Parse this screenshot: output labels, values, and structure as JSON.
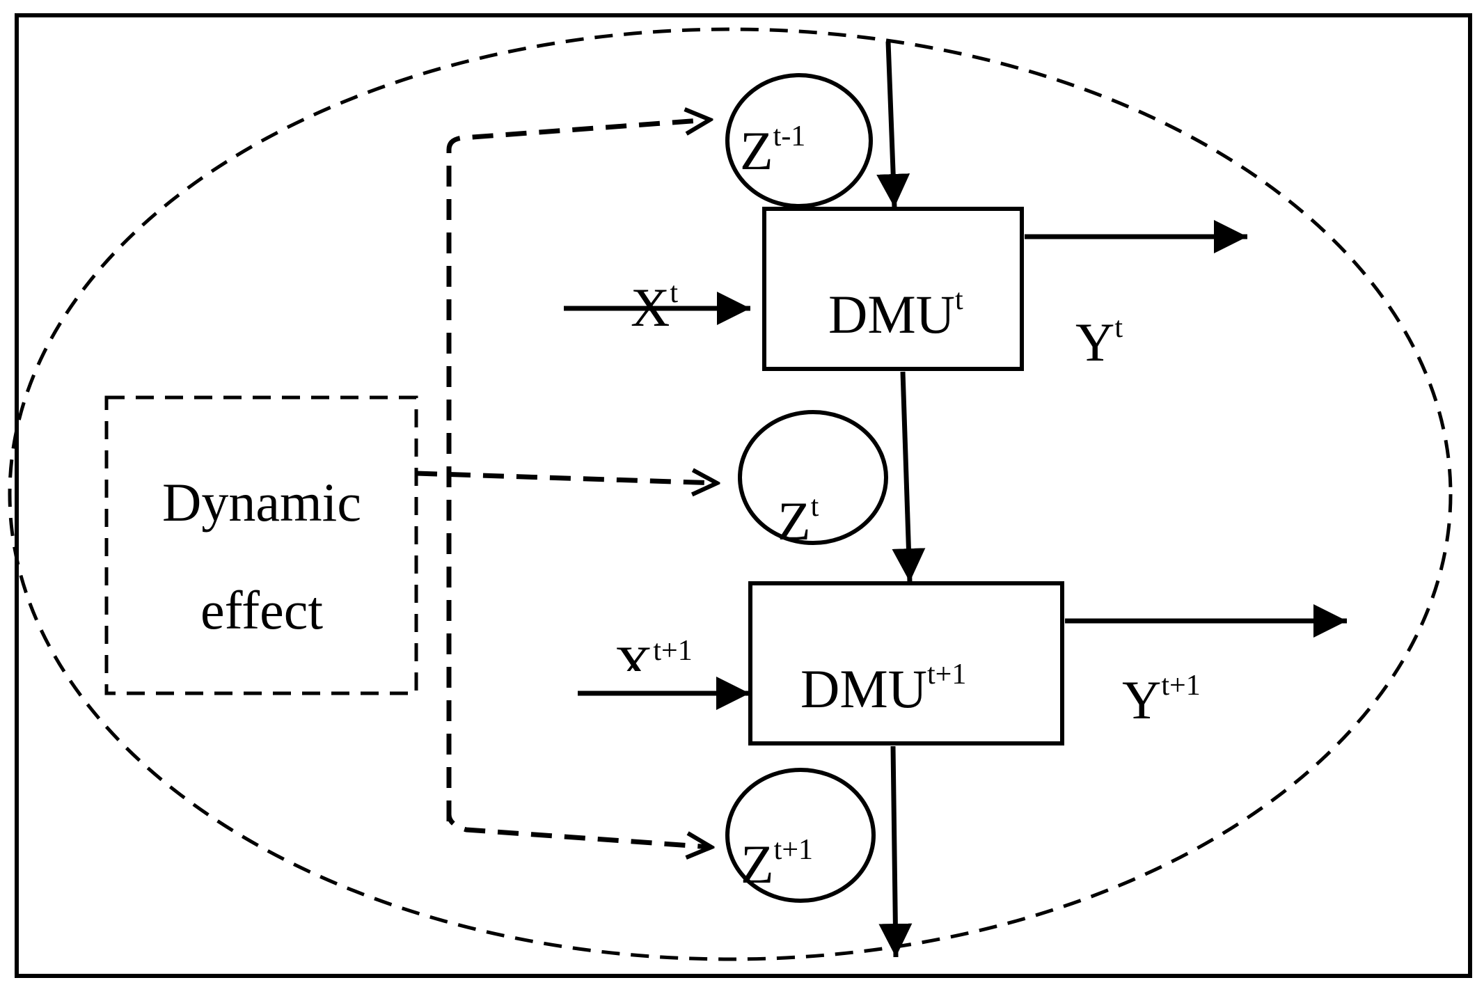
{
  "diagram": {
    "dynamic_box": {
      "line1": "Dynamic",
      "line2": "effect"
    },
    "dmu_t": {
      "base": "DMU",
      "sup": "t"
    },
    "dmu_t1": {
      "base": "DMU",
      "sup": "t+1"
    },
    "z_prev": {
      "base": "Z",
      "sup": "t-1"
    },
    "z_t": {
      "base": "Z",
      "sup": "t"
    },
    "z_next": {
      "base": "Z",
      "sup": "t+1"
    },
    "x_t": {
      "base": "X",
      "sup": "t"
    },
    "x_t1": {
      "base": "X",
      "sup": "t+1"
    },
    "y_t": {
      "base": "Y",
      "sup": "t"
    },
    "y_t1": {
      "base": "Y",
      "sup": "t+1"
    }
  },
  "colors": {
    "stroke": "#000000",
    "background": "#ffffff"
  }
}
